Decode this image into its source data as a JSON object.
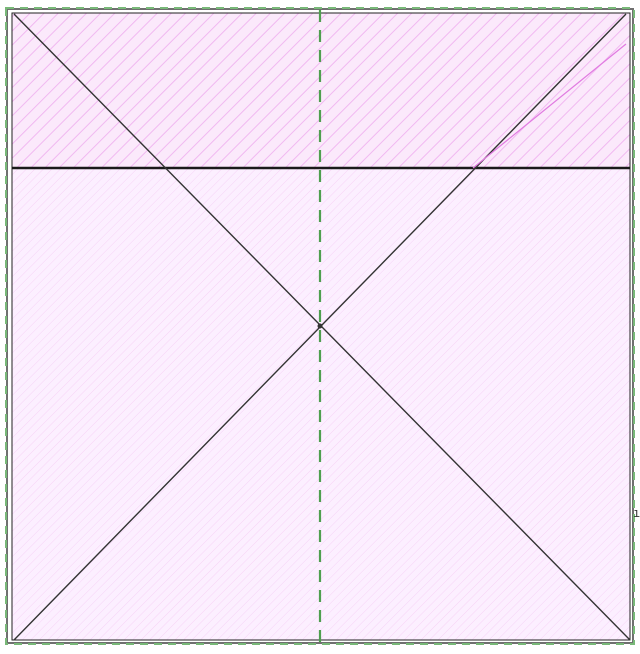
{
  "diagram": {
    "description_visible_text": "",
    "colors": {
      "fill_light": "#fbe9fb",
      "fill_band": "#f8d7f8",
      "hatch_dense": "#f1b8f1",
      "hatch_light": "#f6d3f6",
      "outline": "#222222",
      "outline_outer": "#6f6f6f",
      "dash_green": "#4f9f4f",
      "frame_green": "#78b878",
      "magenta_line": "#e17be1"
    },
    "elements": [
      "outer-frame",
      "top-hatched-band",
      "main-panel",
      "diagonal-left-to-right",
      "diagonal-right-to-left",
      "center-dashed-line"
    ]
  }
}
